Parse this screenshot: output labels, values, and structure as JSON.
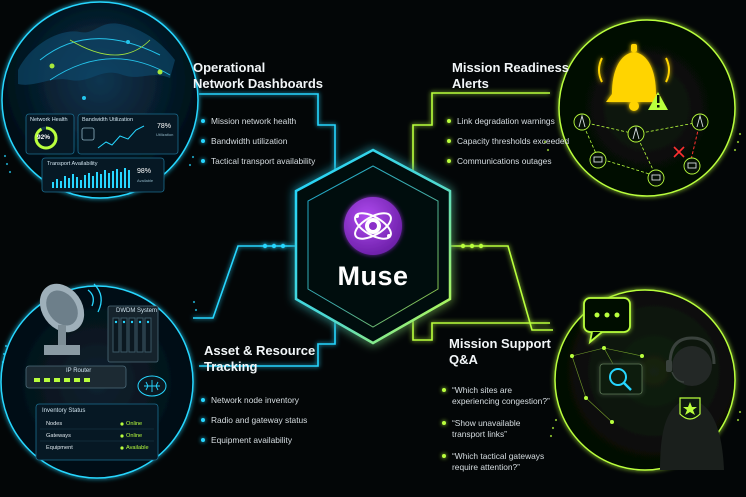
{
  "brand": {
    "name": "Muse"
  },
  "sections": {
    "dashboards": {
      "title_line1": "Operational",
      "title_line2": "Network Dashboards",
      "bullets": [
        "Mission network health",
        "Bandwidth utilization",
        "Tactical transport availability"
      ]
    },
    "readiness": {
      "title_line1": "Mission Readiness",
      "title_line2": "Alerts",
      "bullets": [
        "Link degradation warnings",
        "Capacity thresholds exceeded",
        "Communications outages"
      ]
    },
    "assets": {
      "title_line1": "Asset & Resource",
      "title_line2": "Tracking",
      "bullets": [
        "Network node inventory",
        "Radio and gateway status",
        "Equipment availability"
      ]
    },
    "support": {
      "title_line1": "Mission Support",
      "title_line2": "Q&A",
      "questions": [
        [
          "“Which sites are",
          "experiencing congestion?”"
        ],
        [
          "“Show unavailable",
          "transport links”"
        ],
        [
          "“Which tactical gateways",
          "require attention?”"
        ]
      ]
    }
  },
  "dashboard_widgets": {
    "network_health_label": "Network Health",
    "network_health_value": "92%",
    "network_health_fraction": 0.92,
    "bandwidth_label": "Bandwidth Utilization",
    "bandwidth_value": "78%",
    "bandwidth_sub": "Utilization",
    "transport_label": "Transport Availability",
    "transport_value": "98%",
    "transport_sub": "Available"
  },
  "asset_widgets": {
    "dwdm_label": "DWDM System",
    "router_label": "IP Router",
    "inventory_title": "Inventory Status",
    "inventory": [
      {
        "name": "Nodes",
        "status": "Online"
      },
      {
        "name": "Gateways",
        "status": "Online"
      },
      {
        "name": "Equipment",
        "status": "Available"
      }
    ]
  },
  "colors": {
    "cyan": "#27d6ff",
    "green": "#b9ff3d",
    "purple": "#8b2fc9",
    "warning": "#ffd400",
    "alert_red": "#ff3030"
  },
  "icons": [
    "world-map-icon",
    "gauge-icon",
    "bell-alert-icon",
    "warning-triangle-icon",
    "radio-tower-icon",
    "satellite-dish-icon",
    "router-icon",
    "chat-bubble-icon",
    "magnifier-icon",
    "operator-headset-icon",
    "star-badge-icon",
    "brain-gear-icon"
  ]
}
